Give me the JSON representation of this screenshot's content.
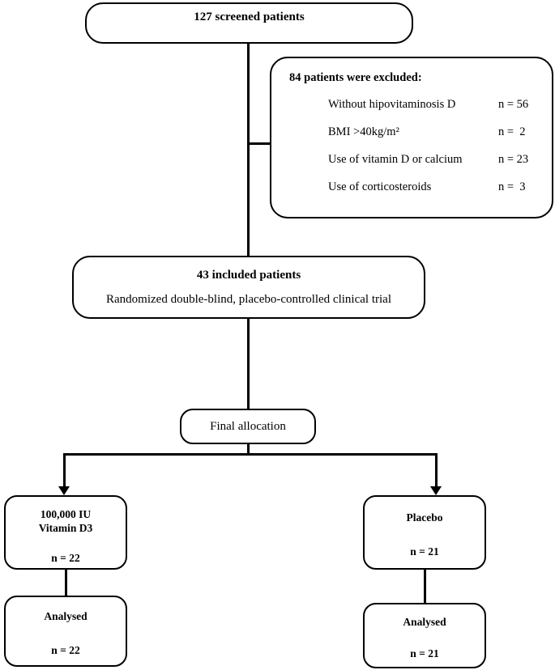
{
  "diagram": {
    "type": "consort-flow-diagram",
    "nodes": {
      "screened": {
        "title": "127 screened patients"
      },
      "excluded": {
        "title": "84 patients were excluded:",
        "rows": [
          {
            "label": "Without hipovitaminosis D",
            "n": "n = 56"
          },
          {
            "label": "BMI >40kg/m²",
            "n": "n =  2"
          },
          {
            "label": "Use of vitamin D or calcium",
            "n": "n = 23"
          },
          {
            "label": "Use of corticosteroids",
            "n": "n =  3"
          }
        ]
      },
      "included": {
        "title": "43 included patients",
        "subtitle": "Randomized double-blind, placebo-controlled clinical trial"
      },
      "allocation": {
        "title": "Final allocation"
      },
      "arm_left": {
        "line1": "100,000 IU",
        "line2": "Vitamin D3",
        "n": "n = 22"
      },
      "arm_right": {
        "line1": "Placebo",
        "n": "n = 21"
      },
      "analysed_left": {
        "title": "Analysed",
        "n": "n = 22"
      },
      "analysed_right": {
        "title": "Analysed",
        "n": "n = 21"
      }
    }
  },
  "colors": {
    "stroke": "#000000",
    "fill": "#ffffff",
    "text": "#000000"
  }
}
